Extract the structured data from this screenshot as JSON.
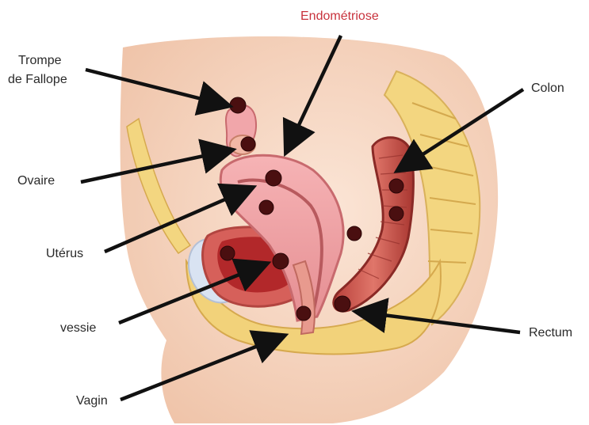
{
  "title": "Endométriose",
  "labels": {
    "trompe_line1": "Trompe",
    "trompe_line2": "de Fallope",
    "ovaire": "Ovaire",
    "uterus": "Utérus",
    "vessie": "vessie",
    "vagin": "Vagin",
    "colon": "Colon",
    "rectum": "Rectum"
  },
  "colors": {
    "title": "#c8323c",
    "skin": "#f7d9c4",
    "fat": "#f2d27a",
    "muscle": "#c8504a",
    "lesion": "#5a1212",
    "arrow": "#111111"
  }
}
